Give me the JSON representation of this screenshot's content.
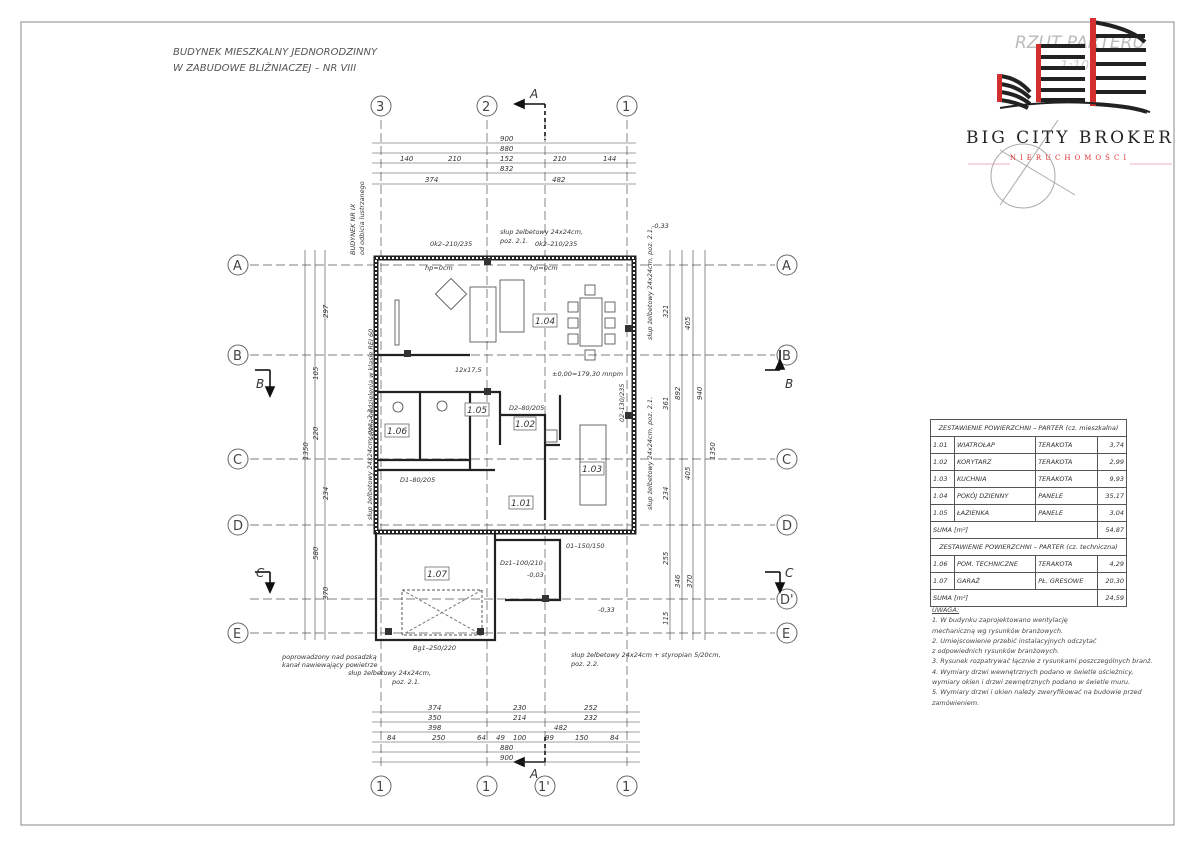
{
  "title": {
    "line1": "BUDYNEK MIESZKALNY JEDNORODZINNY",
    "line2": "W ZABUDOWE BLIŹNIACZEJ – NR VIII"
  },
  "sheet_title": {
    "name": "RZUT PARTERU",
    "scale": "1:100"
  },
  "brand": {
    "name": "BIG CITY BROKER",
    "subtitle": "NIERUCHOMOŚCI",
    "accent": "#d32f2f"
  },
  "axes": {
    "top": [
      "3",
      "2",
      "1"
    ],
    "bottom": [
      "1",
      "1",
      "1'",
      "1"
    ],
    "rows": [
      "A",
      "B",
      "C",
      "D",
      "D'",
      "E"
    ],
    "sections": [
      "A",
      "A",
      "B",
      "B",
      "C",
      "C"
    ]
  },
  "dims": {
    "top": [
      [
        "900"
      ],
      [
        "880"
      ],
      [
        "140",
        "210",
        "152",
        "210",
        "144"
      ],
      [
        "832"
      ],
      [
        "374",
        "482"
      ]
    ],
    "bottom": [
      [
        "374",
        "230",
        "252"
      ],
      [
        "350",
        "214",
        "232"
      ],
      [
        "398",
        "482"
      ],
      [
        "84",
        "250",
        "64",
        "49",
        "100",
        "99",
        "150",
        "84"
      ],
      [
        "880"
      ],
      [
        "900"
      ]
    ],
    "left": [
      "297",
      "105",
      "220",
      "234",
      "580",
      "370",
      "1350"
    ],
    "right": [
      "321",
      "405",
      "361",
      "892",
      "940",
      "234",
      "405",
      "255",
      "346",
      "370",
      "115",
      "1350"
    ]
  },
  "rooms": [
    "1.04",
    "1.05",
    "1.02",
    "1.06",
    "1.03",
    "1.01",
    "1.07"
  ],
  "annotations": {
    "okno1": "0k2–210/235",
    "okno2": "0k2–210/235",
    "slup_top": "słup żelbetowy 24x24cm,",
    "poz21": "poz. 2.1.",
    "level": "±0,00=179,30 mnpm",
    "stairs": "12x17,5",
    "d1": "D2–80/205",
    "d2": "D1–80/205",
    "o2": "02–130/235",
    "o1": "01–150/150",
    "dz": "Dz1–100/210",
    "brama": "Bg1–250/220",
    "lvl003": "-0,03",
    "lvl033": "-0,33",
    "lvl033b": "-0,33",
    "hp1": "hp=0cm",
    "hp2": "hp=0cm",
    "neighbour": "BUDYNEK NR IX",
    "neighbour2": "od odbicia lustrzanego",
    "fire_wall": "ściana oddzielenia w klasie REI 60",
    "vent1": "poprowadzony nad posadzką",
    "vent2": "kanał nawiewający powietrze",
    "slup_gar": "słup żelbetowy 24x24cm,",
    "poz21b": "poz. 2.1.",
    "slup_22": "słup żelbetowy 24x24cm + styropian 5/20cm,",
    "poz22": "poz. 2.2.",
    "slup_r1": "słup żelbetowy 24x24cm, poz. 2.1.",
    "slup_r2": "słup żelbetowy 24x24cm, poz. 2.1.",
    "slup_l": "słup żelbetowy 24x24cm, poz. 2.1."
  },
  "table": {
    "header1": "ZESTAWIENIE POWIERZCHNI – PARTER (cz. mieszkalna)",
    "rows1": [
      [
        "1.01",
        "WIATROŁAP",
        "TERAKOTA",
        "3,74"
      ],
      [
        "1.02",
        "KORYTARZ",
        "TERAKOTA",
        "2,99"
      ],
      [
        "1.03",
        "KUCHNIA",
        "TERAKOTA",
        "9,93"
      ],
      [
        "1.04",
        "POKÓJ DZIENNY",
        "PANELE",
        "35,17"
      ],
      [
        "1.05",
        "ŁAZIENKA",
        "PANELE",
        "3,04"
      ]
    ],
    "sum1": [
      "SUMA [m²]",
      "54,87"
    ],
    "header2": "ZESTAWIENIE POWIERZCHNI – PARTER (cz. techniczna)",
    "rows2": [
      [
        "1.06",
        "POM. TECHNICZNE",
        "TERAKOTA",
        "4,29"
      ],
      [
        "1.07",
        "GARAŻ",
        "PŁ. GRESOWE",
        "20,30"
      ]
    ],
    "sum2": [
      "SUMA [m²]",
      "24,59"
    ]
  },
  "notes": {
    "heading": "UWAGA:",
    "lines": [
      "1. W budynku zaprojektowano wentylację",
      "mechaniczną wg rysunków branżowych.",
      "2. Umiejscowienie przebić instalacyjnych odczytać",
      "z odpowiednich rysunków branżowych.",
      "3. Rysunek rozpatrywać łącznie z rysunkami poszczególnych branż.",
      "4. Wymiary drzwi wewnętrznych podano w świetle ościeżnicy,",
      "wymiary okien i drzwi zewnętrznych podano w świetle muru.",
      "5. Wymiary drzwi i okien należy zweryfikować na budowie przed",
      "zamówieniem."
    ]
  }
}
